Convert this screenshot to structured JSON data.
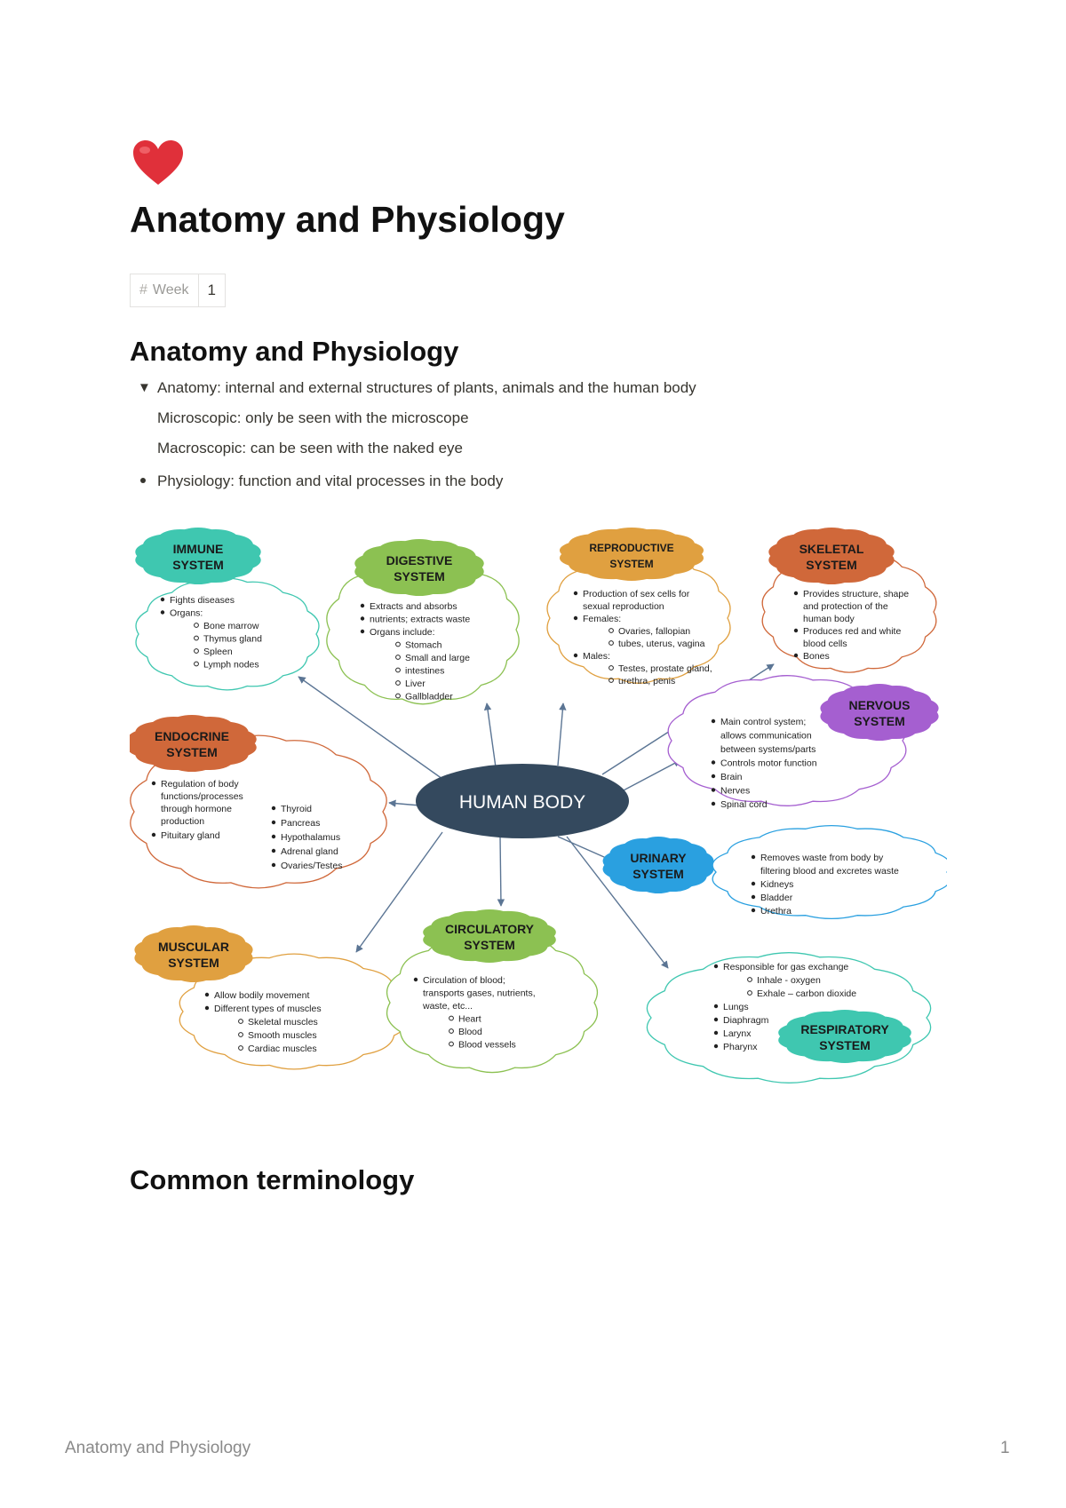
{
  "page": {
    "icon": "red-heart-icon",
    "title": "Anatomy and Physiology",
    "property": {
      "key": "Week",
      "value": "1"
    }
  },
  "section1": {
    "heading": "Anatomy and Physiology",
    "toggle": "Anatomy: internal and external structures of plants, animals and the human body",
    "sub1": "Microscopic: only be seen with the microscope",
    "sub2": "Macroscopic: can be seen with the naked eye",
    "bullet": "Physiology: function and vital processes in the body"
  },
  "diagram": {
    "center": "HUMAN BODY",
    "immune": {
      "title1": "IMMUNE",
      "title2": "SYSTEM",
      "lines": [
        "Fights diseases",
        "Organs:",
        "Bone marrow",
        "Thymus gland",
        "Spleen",
        "Lymph nodes"
      ]
    },
    "digestive": {
      "title1": "DIGESTIVE",
      "title2": "SYSTEM",
      "lines": [
        "Extracts and absorbs",
        "nutrients; extracts waste",
        "Organs include:",
        "Stomach",
        "Small and large",
        "intestines",
        "Liver",
        "Gallbladder"
      ]
    },
    "reproductive": {
      "title1": "REPRODUCTIVE",
      "title2": "SYSTEM",
      "lines": [
        "Production of sex cells for",
        "sexual reproduction",
        "Females:",
        "Ovaries, fallopian",
        "tubes, uterus, vagina",
        "Males:",
        "Testes, prostate gland,",
        "urethra, penis"
      ]
    },
    "skeletal": {
      "title1": "SKELETAL",
      "title2": "SYSTEM",
      "lines": [
        "Provides structure, shape",
        "and protection of the",
        "human body",
        "Produces red and white",
        "blood cells",
        "Bones"
      ]
    },
    "nervous": {
      "title1": "NERVOUS",
      "title2": "SYSTEM",
      "lines": [
        "Main control system;",
        "allows communication",
        "between systems/parts",
        "Controls motor function",
        "Brain",
        "Nerves",
        "Spinal cord"
      ]
    },
    "endocrine": {
      "title1": "ENDOCRINE",
      "title2": "SYSTEM",
      "lines": [
        "Regulation of body",
        "functions/processes",
        "through hormone",
        "production",
        "Pituitary gland",
        "Thyroid",
        "Pancreas",
        "Hypothalamus",
        "Adrenal gland",
        "Ovaries/Testes"
      ]
    },
    "urinary": {
      "title1": "URINARY",
      "title2": "SYSTEM",
      "lines": [
        "Removes waste from body by",
        "filtering blood and excretes waste",
        "Kidneys",
        "Bladder",
        "Urethra"
      ]
    },
    "muscular": {
      "title1": "MUSCULAR",
      "title2": "SYSTEM",
      "lines": [
        "Allow bodily movement",
        "Different types of muscles",
        "Skeletal muscles",
        "Smooth muscles",
        "Cardiac muscles"
      ]
    },
    "circulatory": {
      "title1": "CIRCULATORY",
      "title2": "SYSTEM",
      "lines": [
        "Circulation of blood;",
        "transports gases, nutrients,",
        "waste, etc...",
        "Heart",
        "Blood",
        "Blood vessels"
      ]
    },
    "respiratory": {
      "title1": "RESPIRATORY",
      "title2": "SYSTEM",
      "lines": [
        "Responsible for gas exchange",
        "Inhale - oxygen",
        "Exhale – carbon dioxide",
        "Lungs",
        "Diaphragm",
        "Larynx",
        "Pharynx"
      ]
    },
    "colors": {
      "immune": "#3fc7b0",
      "digestive": "#8cc152",
      "reproductive": "#e0a040",
      "skeletal": "#d0683a",
      "nervous": "#a55fd0",
      "endocrine": "#d0683a",
      "urinary": "#2aa0e0",
      "muscular": "#e0a040",
      "circulatory": "#8cc152",
      "respiratory": "#3fc7b0",
      "center": "#34495e"
    }
  },
  "section2": {
    "heading": "Common terminology"
  },
  "footer": {
    "title": "Anatomy and Physiology",
    "page_number": "1"
  }
}
